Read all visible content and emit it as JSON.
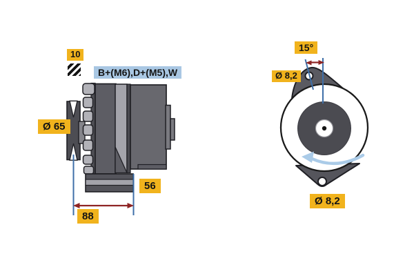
{
  "side_view": {
    "key_width_label": "10",
    "terminal_label": "B+(M6),D+(M5),W",
    "pulley_diameter_label": "Ø 65",
    "foot_width_label": "56",
    "mounting_length_label": "88"
  },
  "front_view": {
    "angle_label": "15°",
    "top_hole_diameter_label": "Ø 8,2",
    "bottom_hole_diameter_label": "Ø 8,2"
  },
  "icons": {
    "hatch": "hatch-pattern-icon",
    "rotation": "rotation-arrow-icon"
  },
  "colors": {
    "label_yellow": "#f1b31d",
    "label_blue": "#a9c7e3",
    "dimension_blue": "#3e6fa8",
    "dimension_red": "#8e2424",
    "body_dark_gray": "#55555c",
    "body_mid_gray": "#68686e",
    "body_light_gray": "#a4a4ab",
    "rotation_arrow_blue": "#aacbe8",
    "outline": "#1f1f24"
  }
}
